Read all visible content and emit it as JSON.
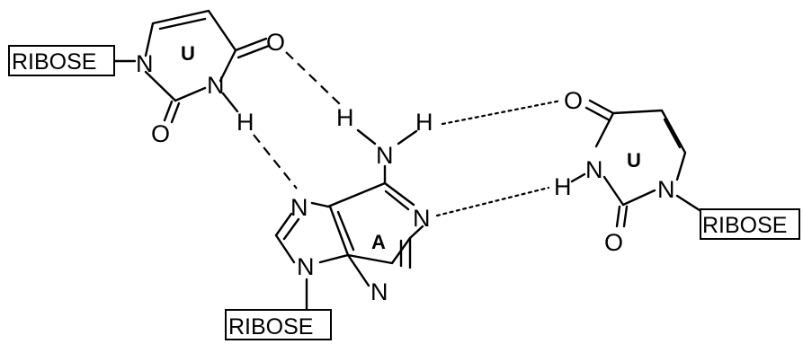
{
  "colors": {
    "ink": "#000000",
    "background": "#ffffff"
  },
  "uracil_left": {
    "ring_label": "U",
    "atoms": {
      "n1": "N",
      "n3": "N",
      "o2": "O",
      "o4": "O",
      "h3": "H"
    },
    "ribose": "RIBOSE"
  },
  "adenine": {
    "ring_label": "A",
    "atoms": {
      "n1": "N",
      "n3": "N",
      "n7": "N",
      "n9": "N",
      "n6": "N",
      "h6a": "H",
      "h6b": "H"
    },
    "ribose": "RIBOSE"
  },
  "uracil_right": {
    "ring_label": "U",
    "atoms": {
      "n1": "N",
      "n3": "N",
      "o2": "O",
      "o4": "O",
      "h3": "H"
    },
    "ribose": "RIBOSE"
  },
  "hydrogen_bonds": [
    {
      "from": "uracil_left.o4",
      "to": "adenine.h6a",
      "style": "dashed"
    },
    {
      "from": "uracil_left.h3",
      "to": "adenine.n7",
      "style": "dashed"
    },
    {
      "from": "adenine.h6b",
      "to": "uracil_right.o4",
      "style": "dotted"
    },
    {
      "from": "adenine.n1",
      "to": "uracil_right.h3",
      "style": "dotted"
    }
  ]
}
